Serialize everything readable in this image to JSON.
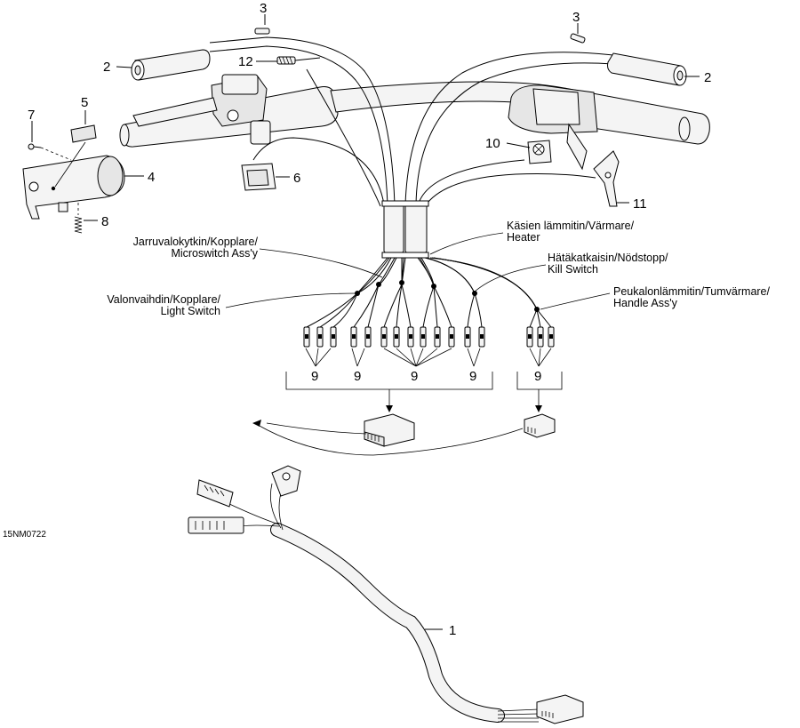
{
  "drawing_code": "15NM0722",
  "callouts": {
    "c1": "1",
    "c2_left": "2",
    "c2_right": "2",
    "c3_left": "3",
    "c3_right": "3",
    "c4": "4",
    "c5": "5",
    "c6": "6",
    "c7": "7",
    "c8": "8",
    "c9_a": "9",
    "c9_b": "9",
    "c9_c": "9",
    "c9_d": "9",
    "c9_e": "9",
    "c10": "10",
    "c11": "11",
    "c12": "12"
  },
  "labels": {
    "microswitch": [
      "Jarruvalokytkin/Kopplare/",
      "Microswitch Ass'y"
    ],
    "light_switch": [
      "Valonvaihdin/Kopplare/",
      "Light Switch"
    ],
    "heater": [
      "Käsien lämmitin/Värmare/",
      "Heater"
    ],
    "kill_switch": [
      "Hätäkatkaisin/Nödstopp/",
      "Kill Switch"
    ],
    "handle_assy": [
      "Peukalonlämmitin/Tumvärmare/",
      "Handle Ass'y"
    ]
  }
}
